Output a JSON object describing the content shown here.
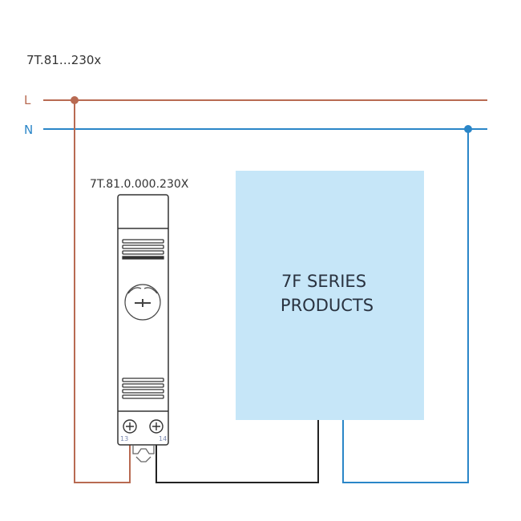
{
  "diagram": {
    "title": "7T.81…230x",
    "colors": {
      "line_L": "#b86a52",
      "line_N": "#2a86c8",
      "wire_load": "#222222",
      "product_fill": "#c6e6f8",
      "device_stroke": "#333333",
      "text": "#333333"
    },
    "lines": {
      "L": {
        "label": "L"
      },
      "N": {
        "label": "N"
      }
    },
    "device": {
      "model": "7T.81.0.000.230X",
      "terminals": [
        {
          "label": "13"
        },
        {
          "label": "14"
        }
      ]
    },
    "product_box": {
      "line1": "7F SERIES",
      "line2": "PRODUCTS"
    }
  }
}
